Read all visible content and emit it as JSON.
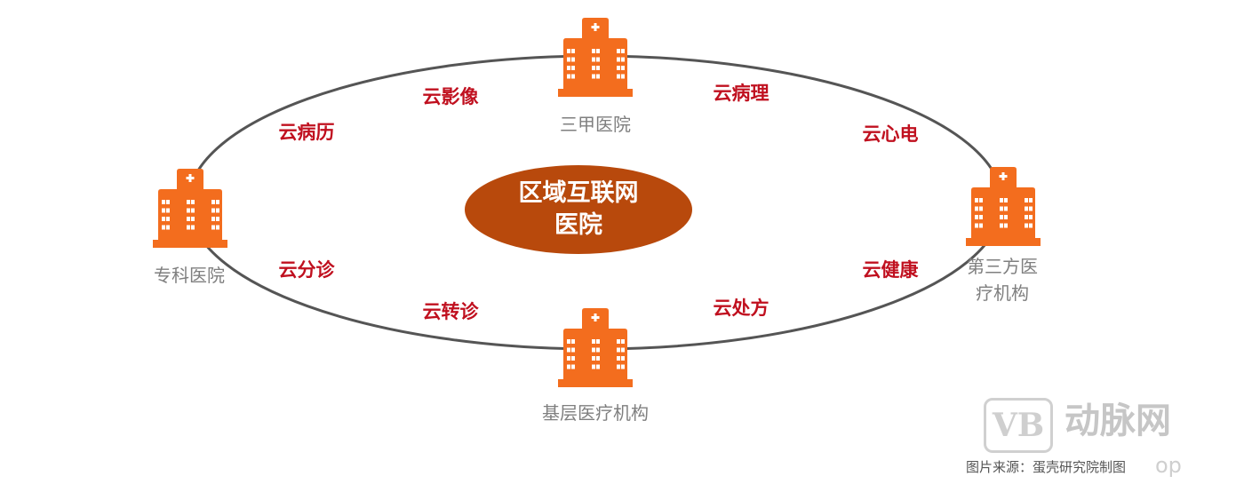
{
  "colors": {
    "building": "#f36d1e",
    "center": "#b8490c",
    "cloud_label": "#c0101f",
    "node_label": "#7f7f7f",
    "ring": "#555555"
  },
  "center": {
    "line1": "区域互联网",
    "line2": "医院"
  },
  "nodes": {
    "top": {
      "label": "三甲医院",
      "icon": "hospital-building-icon"
    },
    "left": {
      "label": "专科医院",
      "icon": "hospital-building-icon"
    },
    "right": {
      "line1": "第三方医",
      "line2": "疗机构",
      "icon": "hospital-building-icon"
    },
    "bottom": {
      "label": "基层医疗机构",
      "icon": "hospital-building-icon"
    }
  },
  "services": [
    "云影像",
    "云病理",
    "云病历",
    "云心电",
    "云分诊",
    "云健康",
    "云转诊",
    "云处方"
  ],
  "watermark": {
    "logo": "VB",
    "text": "动脉网",
    "suffix": "op"
  },
  "source": "图片来源：蛋壳研究院制图"
}
